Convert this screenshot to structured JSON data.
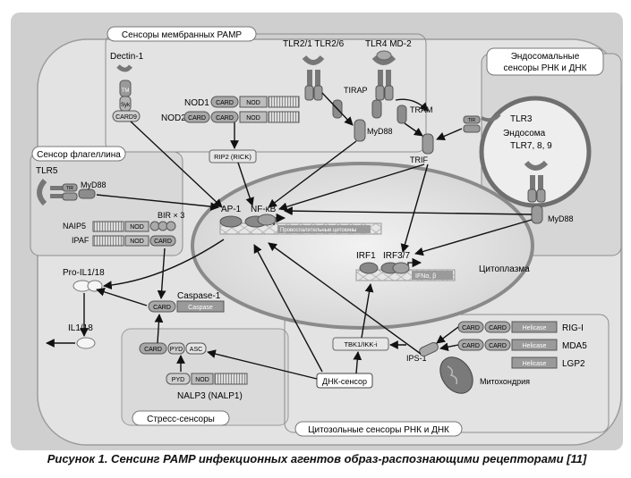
{
  "groups": {
    "membrane_pamp": "Сенсоры мембранных PAMP",
    "endosomal": [
      "Эндосомальные",
      "сенсоры РНК и ДНК"
    ],
    "flagellin": "Сенсор флагеллина",
    "stress": "Стресс-сенсоры",
    "cytosolic": "Цитозольные сенсоры РНК и ДНК"
  },
  "receptors": {
    "dectin1": "Dectin-1",
    "tlr2": "TLR2/1 TLR2/6",
    "tlr4": "TLR4 MD-2",
    "tlr5": "TLR5",
    "tlr3": "TLR3",
    "tlr789": "TLR7, 8, 9",
    "nod1": "NOD1",
    "nod2": "NOD2",
    "naip5": "NAIP5",
    "ipaf": "IPAF",
    "rigi": "RIG-I",
    "mda5": "MDA5",
    "lgp2": "LGP2",
    "nalp3": "NALP3 (NALP1)"
  },
  "adaptors": {
    "tirap": "TIRAP",
    "tram": "TRAM",
    "myd88_a": "MyD88",
    "myd88_b": "MyD88",
    "myd88_c": "MyD88",
    "trif": "TRIF",
    "rip2": "RIP2 (RICK)",
    "tbk1": "TBK1/IKK-i",
    "ips1": "IPS-1",
    "dna_sensor": "ДНК-сенсор",
    "bir": "BIR × 3",
    "caspase1": "Caspase-1",
    "pro_il": "Pro-IL1/18",
    "il": "IL1/18"
  },
  "domains": {
    "card": "CARD",
    "nod": "NOD",
    "tir": "TIR",
    "tm": "TM",
    "syk": "Syk",
    "card9": "CARD9",
    "pyd": "PYD",
    "asc": "ASC",
    "helicase": "Helicase",
    "caspase": "Caspase"
  },
  "nucleus": {
    "ap1": "AP-1",
    "nfkb": "NF-κB",
    "cytokines": "Провоспалительные цитокины",
    "irf1": "IRF1",
    "irf37": "IRF3/7",
    "ifn": "IFNα, β"
  },
  "compartments": {
    "endosome": "Эндосома",
    "cytoplasm": "Цитоплазма",
    "mitochondria": "Митохондрия"
  },
  "caption": "Рисунок 1. Сенсинг PAMP инфекционных агентов образ-распознающими рецепторами [11]"
}
